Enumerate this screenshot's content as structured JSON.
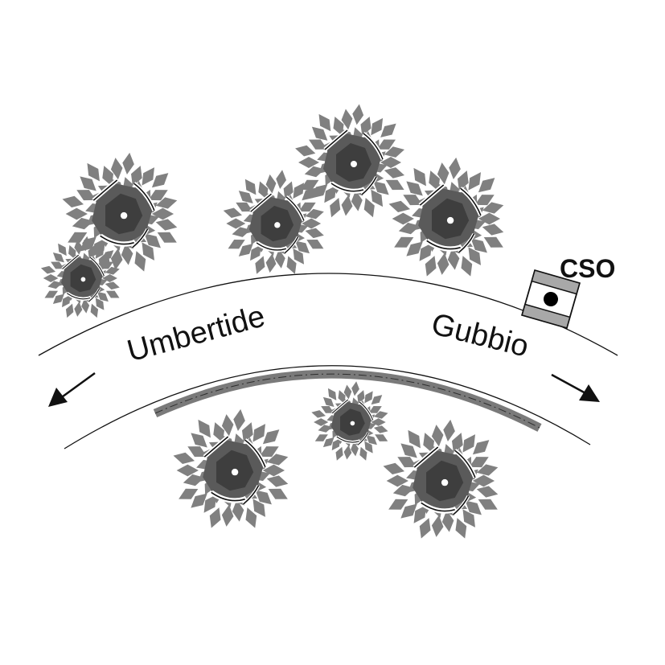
{
  "labels": {
    "left_town": "Umbertide",
    "right_town": "Gubbio",
    "station": "CSO"
  },
  "icons": {
    "tree": "tree-icon",
    "station": "monitoring-station-icon",
    "left_arrow": "arrow-left-icon",
    "right_arrow": "arrow-right-icon"
  },
  "colors": {
    "foliage": "#808080",
    "trunk_dark": "#4a4a4a",
    "line": "#111111",
    "pipeline": "#7a7a7a",
    "station_band": "#a8a8a8"
  },
  "trees": [
    {
      "id": "tree-1",
      "size": "medium"
    },
    {
      "id": "tree-2",
      "size": "small"
    },
    {
      "id": "tree-3",
      "size": "medium"
    },
    {
      "id": "tree-4",
      "size": "medium"
    },
    {
      "id": "tree-5",
      "size": "medium"
    },
    {
      "id": "tree-6",
      "size": "small"
    },
    {
      "id": "tree-7",
      "size": "medium"
    },
    {
      "id": "tree-8",
      "size": "medium"
    }
  ]
}
